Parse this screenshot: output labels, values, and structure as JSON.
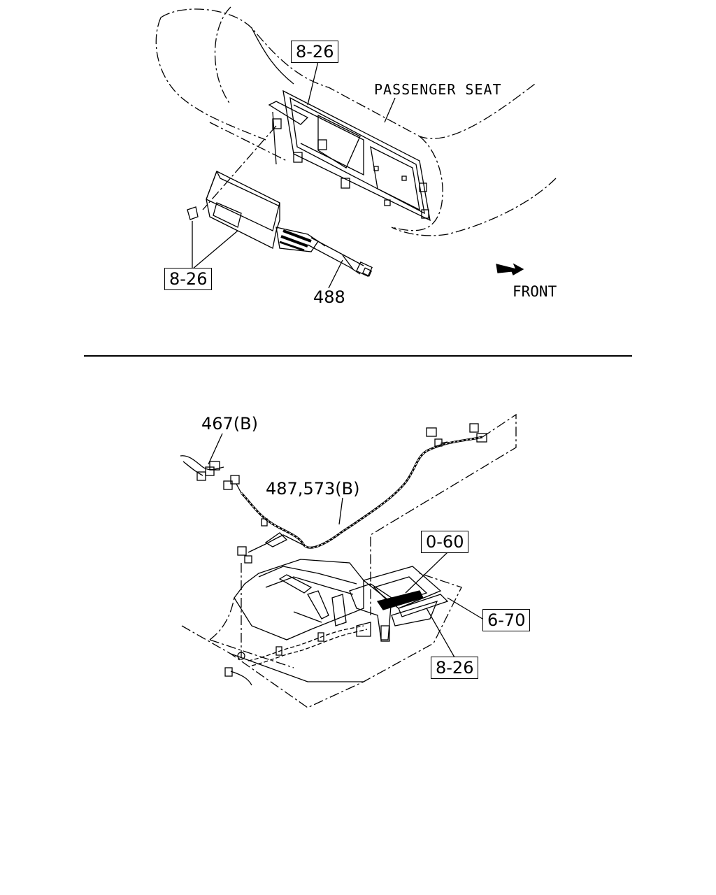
{
  "top_view": {
    "labels": {
      "ref_top": "8-26",
      "passenger_seat": "PASSENGER SEAT",
      "ref_left": "8-26",
      "part_harness": "488",
      "front": "FRONT"
    }
  },
  "bottom_view": {
    "labels": {
      "part_467": "467(B)",
      "part_487": "487,573(B)",
      "ref_060": "0-60",
      "ref_670": "6-70",
      "ref_826": "8-26"
    }
  }
}
